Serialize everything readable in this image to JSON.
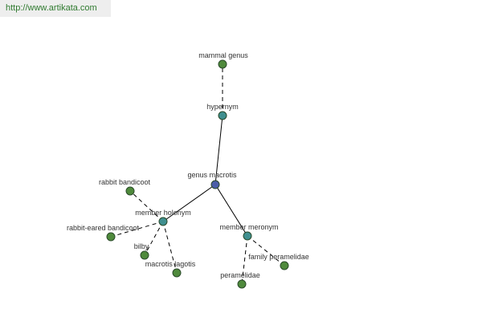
{
  "header": {
    "url": "http://www.artikata.com"
  },
  "colors": {
    "root": "#4b5ea8",
    "relation": "#3f8f8f",
    "leaf": "#4f8a3c",
    "stroke": "#2a4a2a",
    "edge": "#000000"
  },
  "graph": {
    "nodes": [
      {
        "id": "mammal-genus",
        "label": "mammal genus",
        "kind": "leaf"
      },
      {
        "id": "hypernym",
        "label": "hypernym",
        "kind": "relation"
      },
      {
        "id": "genus-macrotis",
        "label": "genus macrotis",
        "kind": "root"
      },
      {
        "id": "member-holonym",
        "label": "member holonym",
        "kind": "relation"
      },
      {
        "id": "member-meronym",
        "label": "member meronym",
        "kind": "relation"
      },
      {
        "id": "rabbit-bandicoot",
        "label": "rabbit bandicoot",
        "kind": "leaf"
      },
      {
        "id": "rabbit-eared-bandicoot",
        "label": "rabbit-eared bandicoot",
        "kind": "leaf"
      },
      {
        "id": "bilby",
        "label": "bilby",
        "kind": "leaf"
      },
      {
        "id": "macrotis-lagotis",
        "label": "macrotis lagotis",
        "kind": "leaf"
      },
      {
        "id": "family-peramelidae",
        "label": "family peramelidae",
        "kind": "leaf"
      },
      {
        "id": "peramelidae",
        "label": "peramelidae",
        "kind": "leaf"
      }
    ],
    "edges": [
      {
        "from": "hypernym",
        "to": "mammal-genus",
        "style": "dashed"
      },
      {
        "from": "genus-macrotis",
        "to": "hypernym",
        "style": "solid"
      },
      {
        "from": "genus-macrotis",
        "to": "member-holonym",
        "style": "solid"
      },
      {
        "from": "genus-macrotis",
        "to": "member-meronym",
        "style": "solid"
      },
      {
        "from": "member-holonym",
        "to": "rabbit-bandicoot",
        "style": "dashed"
      },
      {
        "from": "member-holonym",
        "to": "rabbit-eared-bandicoot",
        "style": "dashed"
      },
      {
        "from": "member-holonym",
        "to": "bilby",
        "style": "dashed"
      },
      {
        "from": "member-holonym",
        "to": "macrotis-lagotis",
        "style": "dashed"
      },
      {
        "from": "member-meronym",
        "to": "family-peramelidae",
        "style": "dashed"
      },
      {
        "from": "member-meronym",
        "to": "peramelidae",
        "style": "dashed"
      }
    ]
  }
}
